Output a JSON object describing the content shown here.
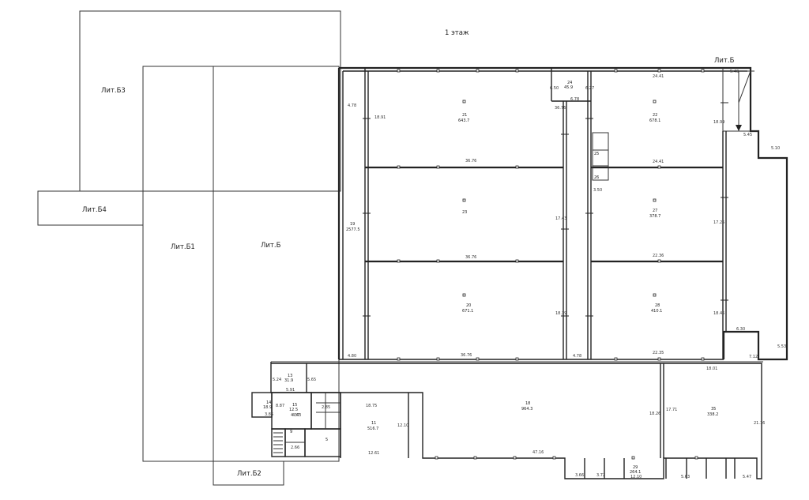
{
  "plan": {
    "floor_title": "1 этаж",
    "liters": {
      "b": "Лит.Б",
      "b_top": "Лит.Б",
      "b1": "Лит.Б1",
      "b2": "Лит.Б2",
      "b3": "Лит.Б3",
      "b4": "Лит.Б4"
    },
    "rooms": {
      "r21": "21",
      "r21_area": "643.7",
      "r22": "22",
      "r22_area": "678.1",
      "r23": "23",
      "r24": "24",
      "r24_area": "45.9",
      "r25": "25",
      "r26": "26",
      "r27": "27",
      "r27_area": "378.7",
      "r18": "18",
      "r18_area": "964.3",
      "r19": "19",
      "r19_area": "2577.5",
      "r20": "20",
      "r20_area": "671.1",
      "r28": "28",
      "r28_area": "410.1",
      "r29": "29",
      "r29_area": "264.1",
      "r11": "11",
      "r11_area": "516.7",
      "r35": "35",
      "r35_area": "338.2",
      "r13": "13",
      "r13_area": "31.9",
      "r14": "14",
      "r14_area": "18.9",
      "r15": "15",
      "r15_area": "12.5",
      "r9": "9",
      "r5": "5"
    },
    "dims": {
      "d_478": "4.78",
      "d_478b": "4.78",
      "d_480": "4.80",
      "d_3676_a": "36.76",
      "d_3676_b": "36.76",
      "d_3676_c": "36.76",
      "d_3676_d": "36.76",
      "d_2441_a": "24.41",
      "d_2441_b": "24.41",
      "d_2236": "22.36",
      "d_2235": "22.35",
      "d_1725": "17.25",
      "d_1743": "17.43",
      "d_1891": "18.91",
      "d_1899": "18.99",
      "d_1839": "18.39",
      "d_1845": "18.45",
      "d_1875": "18.75",
      "d_650": "6.50",
      "d_678": "6.78",
      "d_627": "6.27",
      "d_540": "5.40",
      "d_510": "5.10",
      "d_545": "5.45",
      "d_630": "6.30",
      "d_712": "7.12",
      "d_553": "5.53",
      "d_1801": "18.01",
      "d_2116": "21.16",
      "d_1771": "17.71",
      "d_1826": "18.26",
      "d_4716": "47.16",
      "d_1261": "12.61",
      "d_1210": "12.10",
      "d_591": "5.91",
      "d_565": "5.65",
      "d_524": "5.24",
      "d_437": "4.37",
      "d_385": "3.85",
      "d_887": "8.87",
      "d_1210b": "12.10",
      "d_366": "3.66",
      "d_372": "3.72",
      "d_563": "5.63",
      "d_547": "5.47",
      "d_443": "4.43",
      "d_285": "2.85",
      "d_266": "2.66",
      "d_350": "3.50"
    }
  }
}
